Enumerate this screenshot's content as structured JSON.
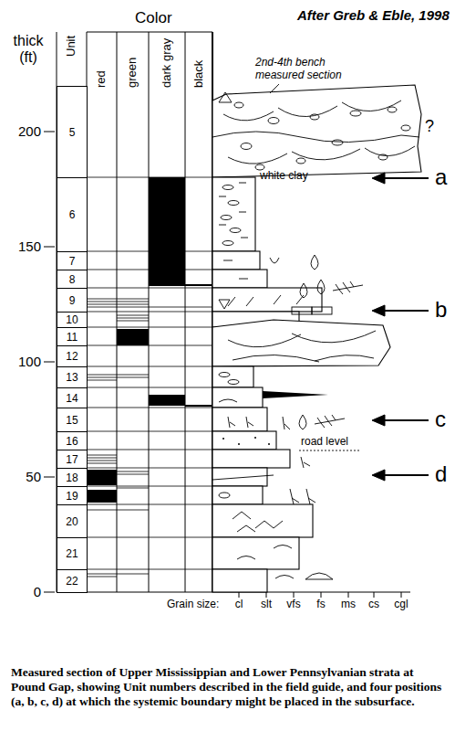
{
  "diagram": {
    "caption": "Measured section of Upper Mississippian and Lower Pennsylvanian strata at Pound Gap, showing Unit numbers described in the field guide, and four positions (a, b, c, d) at which the systemic boundary might be placed in the subsurface.",
    "nodes": [
      {
        "text": [
          "5"
        ]
      },
      {
        "text": [
          "6"
        ]
      },
      {
        "text": [
          "7"
        ]
      },
      {
        "text": [
          "8"
        ]
      },
      {
        "text": [
          "9"
        ]
      },
      {
        "text": [
          "10"
        ]
      },
      {
        "text": [
          "11"
        ]
      },
      {
        "text": [
          "12"
        ]
      },
      {
        "text": [
          "13"
        ]
      },
      {
        "text": [
          "14"
        ]
      },
      {
        "text": [
          "15"
        ]
      },
      {
        "text": [
          "16"
        ]
      },
      {
        "text": [
          "17"
        ]
      },
      {
        "text": [
          "18"
        ]
      },
      {
        "text": [
          "19"
        ]
      },
      {
        "text": [
          "20"
        ]
      },
      {
        "text": [
          "21"
        ]
      },
      {
        "text": [
          "22"
        ]
      }
    ],
    "labels": [
      "After Greb & Eble, 1998",
      "Color",
      "thick (ft)",
      "Unit",
      "red",
      "green",
      "dark gray",
      "black",
      "2nd-4th bench measured section",
      "200",
      "150",
      "100",
      "50",
      "0",
      "?",
      "white clay",
      "a",
      "b",
      "c",
      "d",
      "road level",
      "Grain size:",
      "cl",
      "slt",
      "vfs",
      "fs",
      "ms",
      "cs",
      "cgl"
    ]
  }
}
